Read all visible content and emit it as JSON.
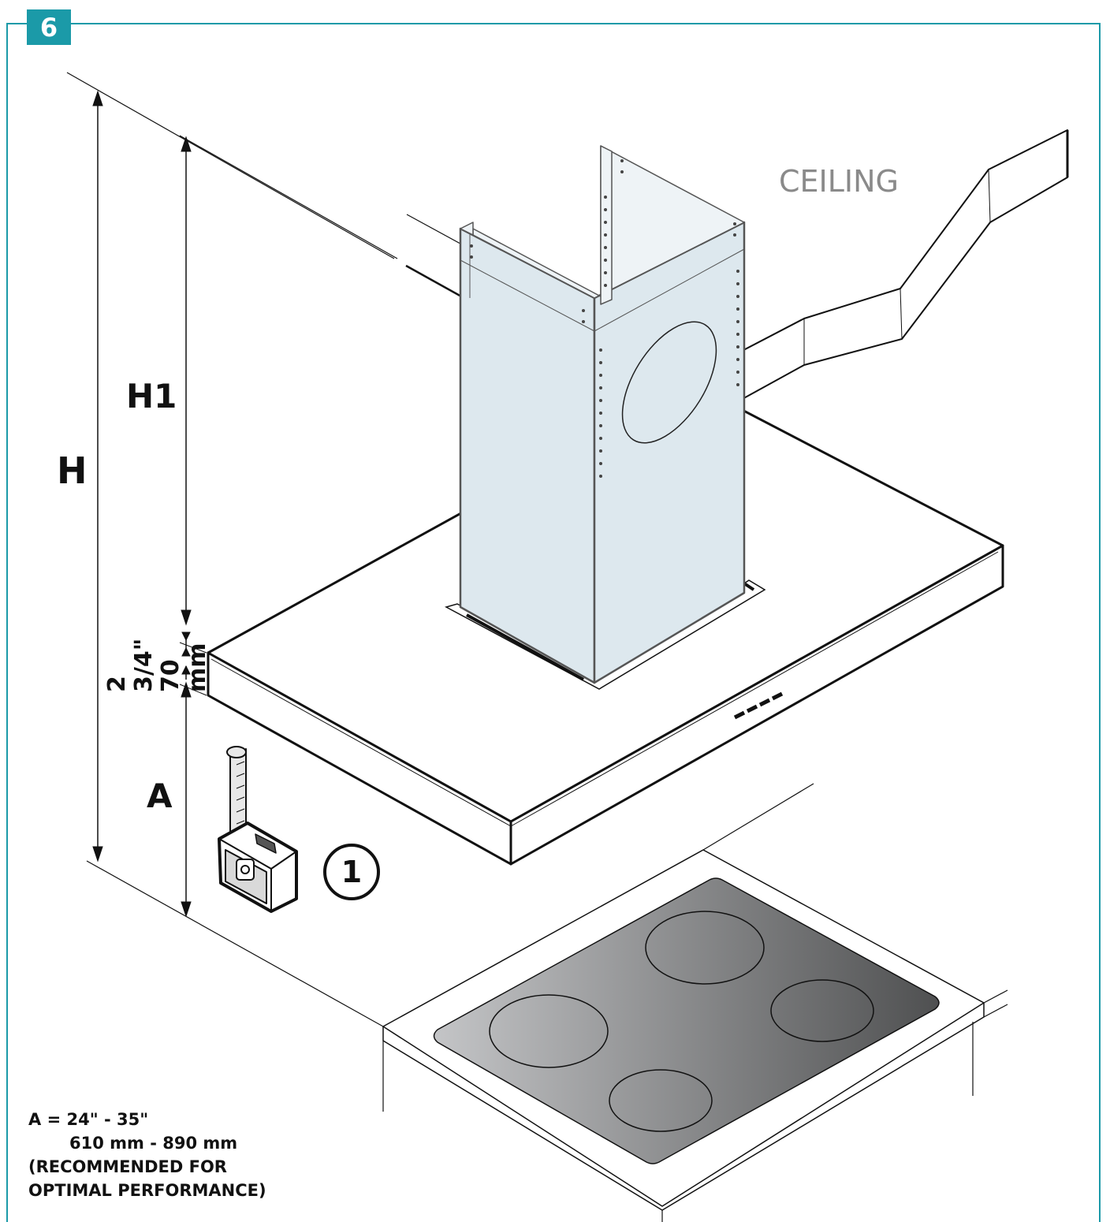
{
  "step": {
    "number": "6"
  },
  "labels": {
    "ceiling": "CEILING",
    "h": "H",
    "h1": "H1",
    "a": "A",
    "dim_inch": "2 3/4\"",
    "dim_mm": "70 mm",
    "callout": "1"
  },
  "note": {
    "line1": "A = 24\" - 35\"",
    "line2": "610 mm - 890 mm",
    "line3": "(RECOMMENDED FOR",
    "line4": "OPTIMAL PERFORMANCE)"
  },
  "colors": {
    "accent": "#1b9aa8",
    "chimney_fill": "#dde8ee",
    "chimney_top_fill": "#eef3f6",
    "cooktop_dark": "#4f5051",
    "cooktop_light": "#c4c5c7"
  },
  "icons": [
    "tape-measure-icon"
  ]
}
